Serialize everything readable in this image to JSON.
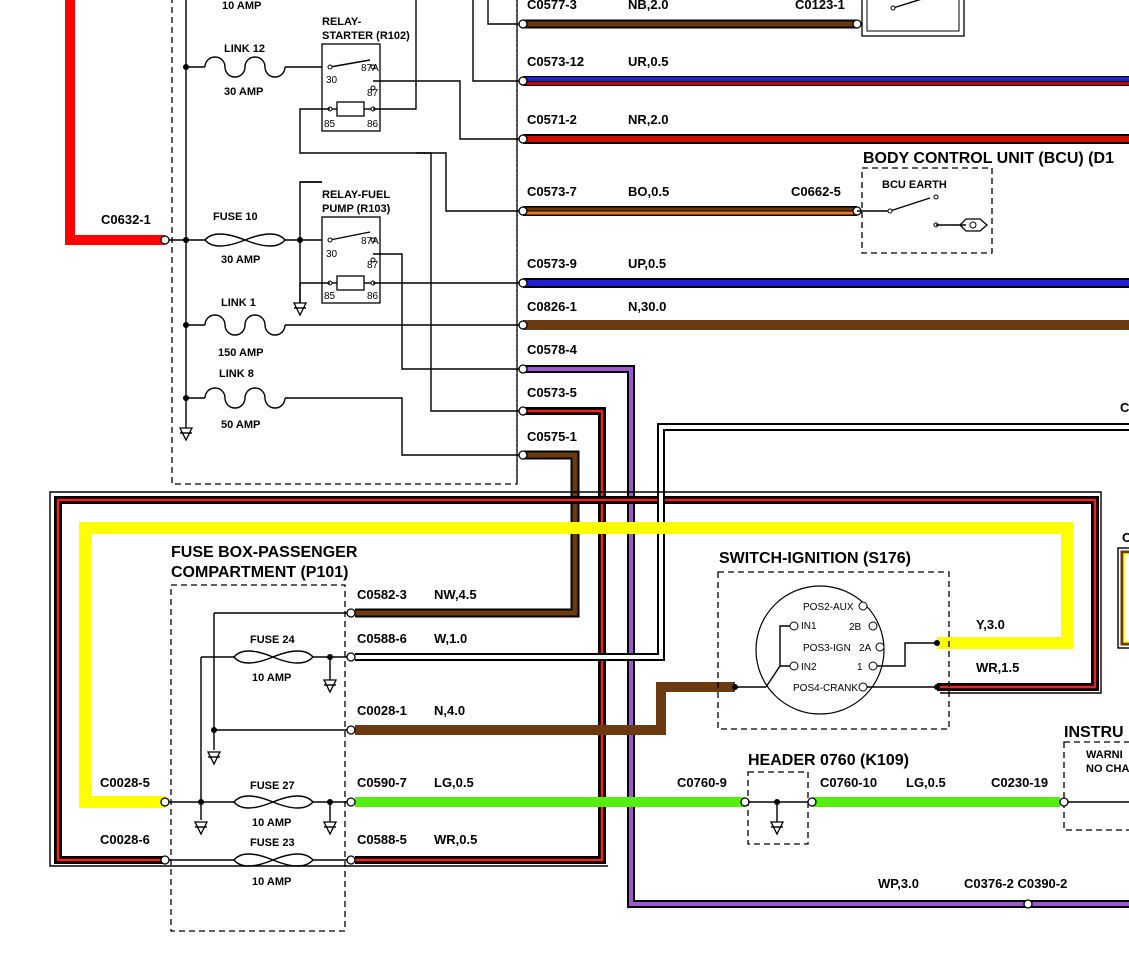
{
  "colors": {
    "red": "#ff0000",
    "brown": "#6b3a10",
    "blue": "#2020d0",
    "purple": "#9b59d0",
    "yellow": "#ffff00",
    "green": "#55ee11",
    "orange": "#ee7722",
    "black": "#000000"
  },
  "labels": {
    "amp10_top": "10 AMP",
    "link12": "LINK 12",
    "amp30_a": "30 AMP",
    "relay_starter_1": "RELAY-",
    "relay_starter_2": "STARTER (R102)",
    "c0632_1": "C0632-1",
    "fuse10": "FUSE 10",
    "amp30_b": "30 AMP",
    "relay_fuel_1": "RELAY-FUEL",
    "relay_fuel_2": "PUMP (R103)",
    "link1": "LINK 1",
    "amp150": "150 AMP",
    "link8": "LINK 8",
    "amp50": "50 AMP",
    "pin30_a": "30",
    "pin87a_a": "87A",
    "pin87_a": "87",
    "pin85_a": "85",
    "pin86_a": "86",
    "pin30_b": "30",
    "pin87a_b": "87A",
    "pin87_b": "87",
    "pin85_b": "85",
    "pin86_b": "86",
    "c0577_3": "C0577-3",
    "nb20": "NB,2.0",
    "c0123_1": "C0123-1",
    "c0573_12": "C0573-12",
    "ur05": "UR,0.5",
    "c0571_2": "C0571-2",
    "nr20": "NR,2.0",
    "bcu_title": "BODY CONTROL UNIT (BCU) (D1",
    "bcu_earth": "BCU EARTH",
    "c0573_7": "C0573-7",
    "bo05": "BO,0.5",
    "c0662_5": "C0662-5",
    "c0573_9": "C0573-9",
    "up05": "UP,0.5",
    "c0826_1": "C0826-1",
    "n300": "N,30.0",
    "c0578_4": "C0578-4",
    "c0573_5": "C0573-5",
    "c0575_1": "C0575-1",
    "c_right": "C",
    "c_right2": "C",
    "fusebox_1": "FUSE BOX-PASSENGER",
    "fusebox_2": "COMPARTMENT (P101)",
    "c0582_3": "C0582-3",
    "nw45": "NW,4.5",
    "c0588_6": "C0588-6",
    "w10": "W,1.0",
    "fuse24": "FUSE 24",
    "amp10_24": "10 AMP",
    "c0028_1": "C0028-1",
    "n40": "N,4.0",
    "c0028_5": "C0028-5",
    "fuse27": "FUSE 27",
    "amp10_27": "10 AMP",
    "c0590_7": "C0590-7",
    "lg05_a": "LG,0.5",
    "c0028_6": "C0028-6",
    "fuse23": "FUSE 23",
    "amp10_23": "10 AMP",
    "c0588_5": "C0588-5",
    "wr05": "WR,0.5",
    "switch_title": "SWITCH-IGNITION (S176)",
    "pos2aux": "POS2-AUX",
    "in1": "IN1",
    "p2b": "2B",
    "pos3ign": "POS3-IGN",
    "p2a": "2A",
    "in2": "IN2",
    "p1": "1",
    "pos4crank": "POS4-CRANK",
    "y30": "Y,3.0",
    "wr15": "WR,1.5",
    "header_title": "HEADER 0760 (K109)",
    "c0760_9": "C0760-9",
    "c0760_10": "C0760-10",
    "lg05_b": "LG,0.5",
    "c0230_19": "C0230-19",
    "instru": "INSTRU",
    "warni": "WARNI",
    "nocha": "NO CHA",
    "wp30": "WP,3.0",
    "c0376_2": "C0376-2 C0390-2"
  }
}
